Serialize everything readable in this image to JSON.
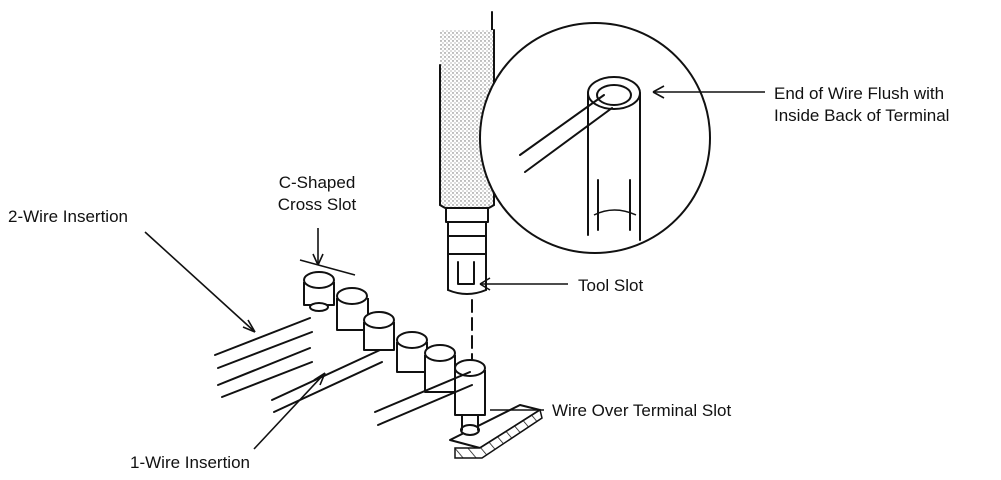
{
  "labels": {
    "end_of_wire_line1": "End of Wire Flush with",
    "end_of_wire_line2": "Inside Back of Terminal",
    "c_shaped_line1": "C-Shaped",
    "c_shaped_line2": "Cross Slot",
    "two_wire": "2-Wire Insertion",
    "tool_slot": "Tool Slot",
    "wire_over": "Wire Over Terminal Slot",
    "one_wire": "1-Wire Insertion"
  }
}
